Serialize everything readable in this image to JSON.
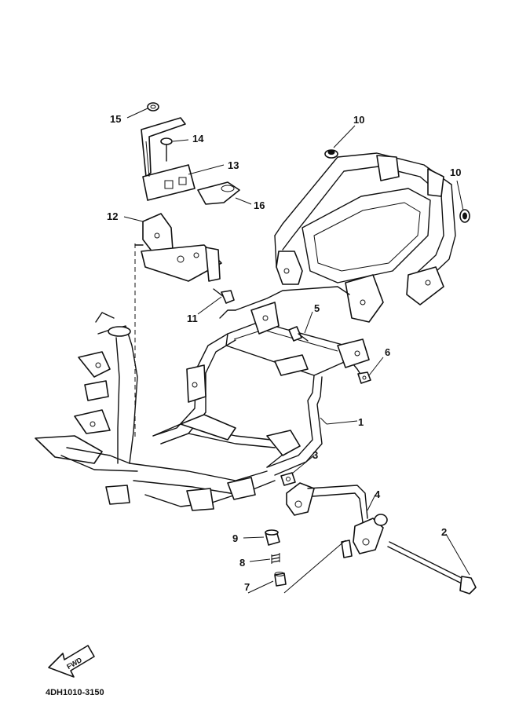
{
  "diagram": {
    "catalog_code": "4DH1010-3150",
    "fwd_label": "FWD",
    "callouts": [
      {
        "id": "c1",
        "label": "1"
      },
      {
        "id": "c2",
        "label": "2"
      },
      {
        "id": "c3",
        "label": "3"
      },
      {
        "id": "c4",
        "label": "4"
      },
      {
        "id": "c5",
        "label": "5"
      },
      {
        "id": "c6",
        "label": "6"
      },
      {
        "id": "c7",
        "label": "7"
      },
      {
        "id": "c8",
        "label": "8"
      },
      {
        "id": "c9",
        "label": "9"
      },
      {
        "id": "c10a",
        "label": "10"
      },
      {
        "id": "c10b",
        "label": "10"
      },
      {
        "id": "c11",
        "label": "11"
      },
      {
        "id": "c12",
        "label": "12"
      },
      {
        "id": "c13",
        "label": "13"
      },
      {
        "id": "c14",
        "label": "14"
      },
      {
        "id": "c15",
        "label": "15"
      },
      {
        "id": "c16",
        "label": "16"
      }
    ]
  }
}
